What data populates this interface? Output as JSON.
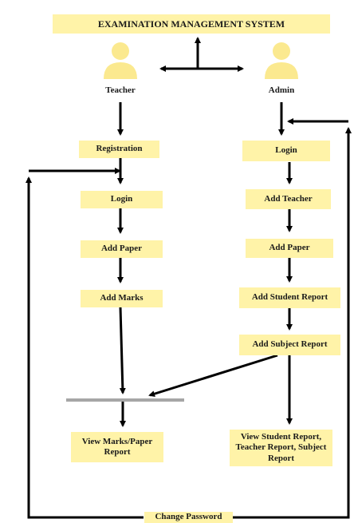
{
  "title": "EXAMINATION MANAGEMENT SYSTEM",
  "actors": {
    "teacher": "Teacher",
    "admin": "Admin"
  },
  "teacher_flow": {
    "registration": "Registration",
    "login": "Login",
    "add_paper": "Add Paper",
    "add_marks": "Add Marks",
    "view_marks": "View Marks/Paper Report"
  },
  "admin_flow": {
    "login": "Login",
    "add_teacher": "Add Teacher",
    "add_paper": "Add Paper",
    "add_student_report": "Add Student Report",
    "add_subject_report": "Add Subject Report",
    "view_reports": "View Student Report, Teacher Report, Subject Report"
  },
  "change_password": "Change Password",
  "colors": {
    "box_fill": "#fff3a8",
    "actor_fill": "#fbe98f",
    "arrow": "#000000",
    "merge_bar": "#a6a6a6"
  }
}
